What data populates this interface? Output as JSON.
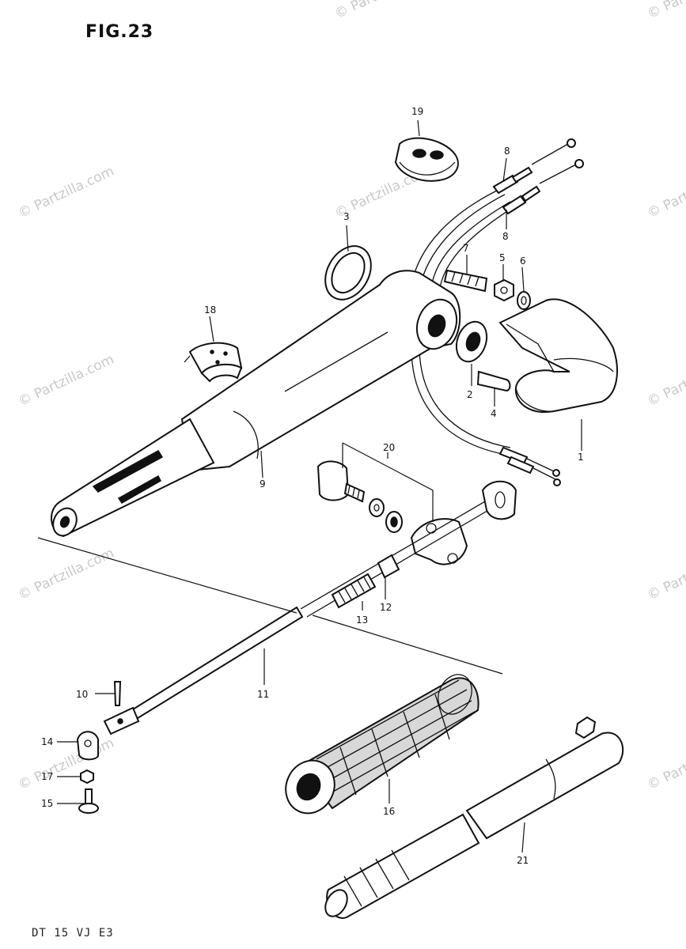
{
  "figure": {
    "title": "FIG.23",
    "model_code": "DT 15 VJ E3"
  },
  "watermark": "© Partzilla.com",
  "callouts": [
    {
      "id": "c1",
      "label": "1"
    },
    {
      "id": "c2",
      "label": "2"
    },
    {
      "id": "c3",
      "label": "3"
    },
    {
      "id": "c4",
      "label": "4"
    },
    {
      "id": "c5",
      "label": "5"
    },
    {
      "id": "c6",
      "label": "6"
    },
    {
      "id": "c7",
      "label": "7"
    },
    {
      "id": "c8a",
      "label": "8"
    },
    {
      "id": "c8b",
      "label": "8"
    },
    {
      "id": "c9",
      "label": "9"
    },
    {
      "id": "c10",
      "label": "10"
    },
    {
      "id": "c11",
      "label": "11"
    },
    {
      "id": "c12",
      "label": "12"
    },
    {
      "id": "c13",
      "label": "13"
    },
    {
      "id": "c14",
      "label": "14"
    },
    {
      "id": "c15",
      "label": "15"
    },
    {
      "id": "c16",
      "label": "16"
    },
    {
      "id": "c17",
      "label": "17"
    },
    {
      "id": "c18",
      "label": "18"
    },
    {
      "id": "c19",
      "label": "19"
    },
    {
      "id": "c20",
      "label": "20"
    },
    {
      "id": "c21",
      "label": "21"
    }
  ]
}
